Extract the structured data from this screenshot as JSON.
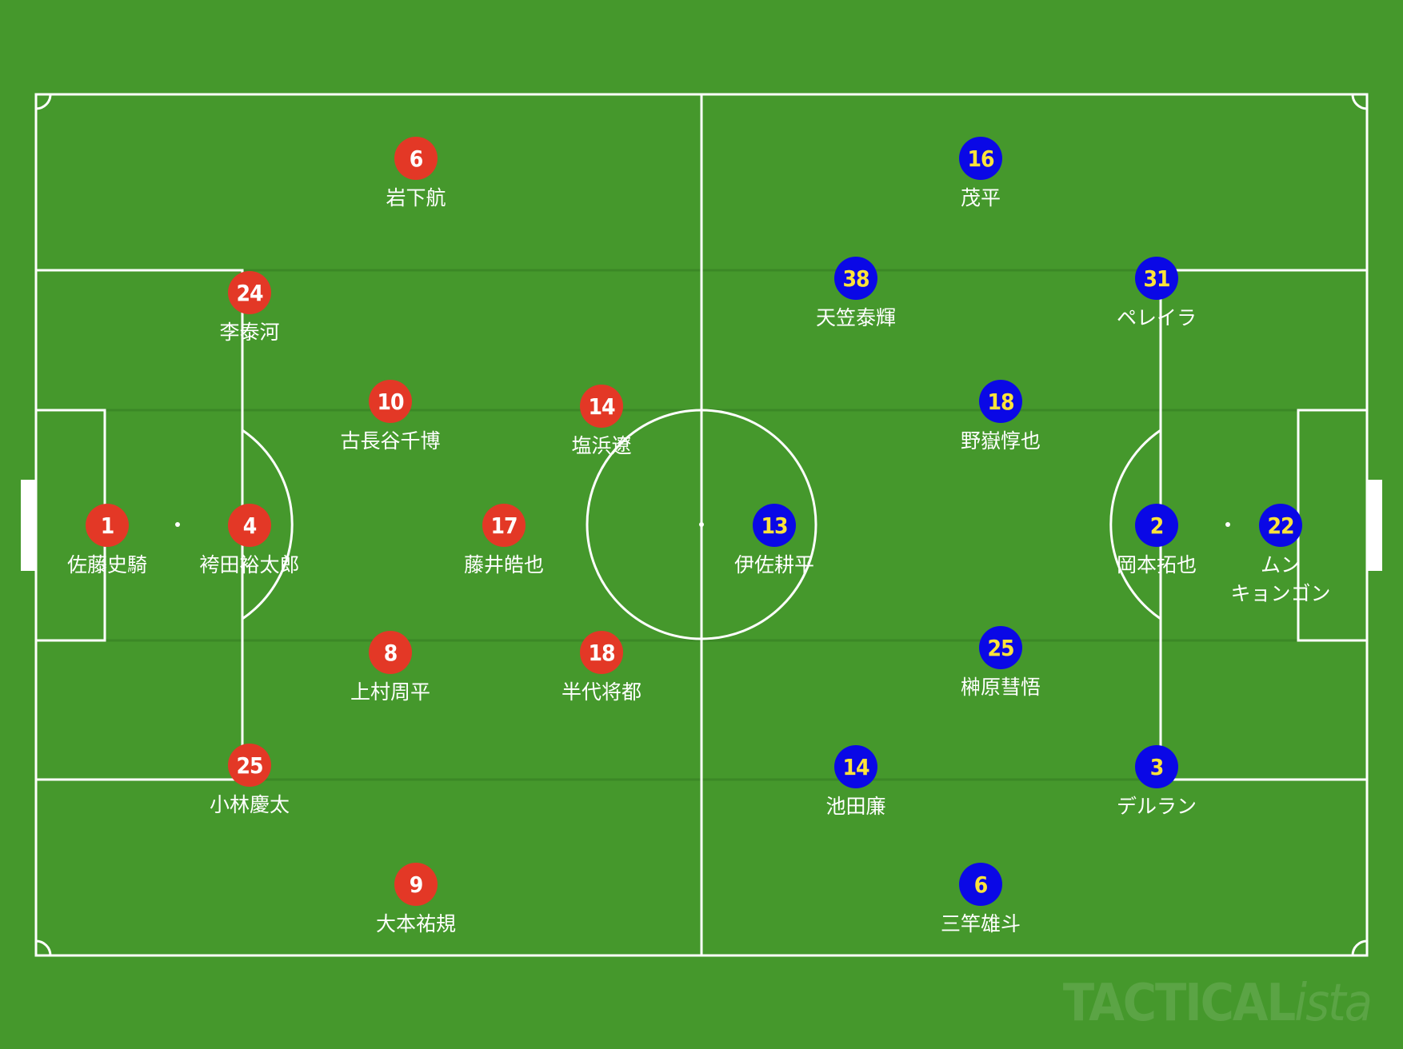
{
  "colors": {
    "grass": "#45982c",
    "home_badge": "#e33826",
    "home_number": "#ffffff",
    "away_badge": "#0a08e6",
    "away_number": "#ffe33a"
  },
  "watermark": {
    "brand": "TACTICAL",
    "suffix": "ista"
  },
  "home_team": {
    "players": [
      {
        "number": "1",
        "name": "佐藤史騎"
      },
      {
        "number": "4",
        "name": "袴田裕太郎"
      },
      {
        "number": "24",
        "name": "李泰河"
      },
      {
        "number": "25",
        "name": "小林慶太"
      },
      {
        "number": "10",
        "name": "古長谷千博"
      },
      {
        "number": "8",
        "name": "上村周平"
      },
      {
        "number": "17",
        "name": "藤井皓也"
      },
      {
        "number": "14",
        "name": "塩浜遼"
      },
      {
        "number": "18",
        "name": "半代将都"
      },
      {
        "number": "6",
        "name": "岩下航"
      },
      {
        "number": "9",
        "name": "大本祐規"
      }
    ]
  },
  "away_team": {
    "players": [
      {
        "number": "22",
        "name": "ムン\nキョンゴン"
      },
      {
        "number": "2",
        "name": "岡本拓也"
      },
      {
        "number": "31",
        "name": "ペレイラ"
      },
      {
        "number": "3",
        "name": "デルラン"
      },
      {
        "number": "18",
        "name": "野嶽惇也"
      },
      {
        "number": "25",
        "name": "榊原彗悟"
      },
      {
        "number": "38",
        "name": "天笠泰輝"
      },
      {
        "number": "14",
        "name": "池田廉"
      },
      {
        "number": "13",
        "name": "伊佐耕平"
      },
      {
        "number": "16",
        "name": "茂平"
      },
      {
        "number": "6",
        "name": "三竿雄斗"
      }
    ]
  }
}
